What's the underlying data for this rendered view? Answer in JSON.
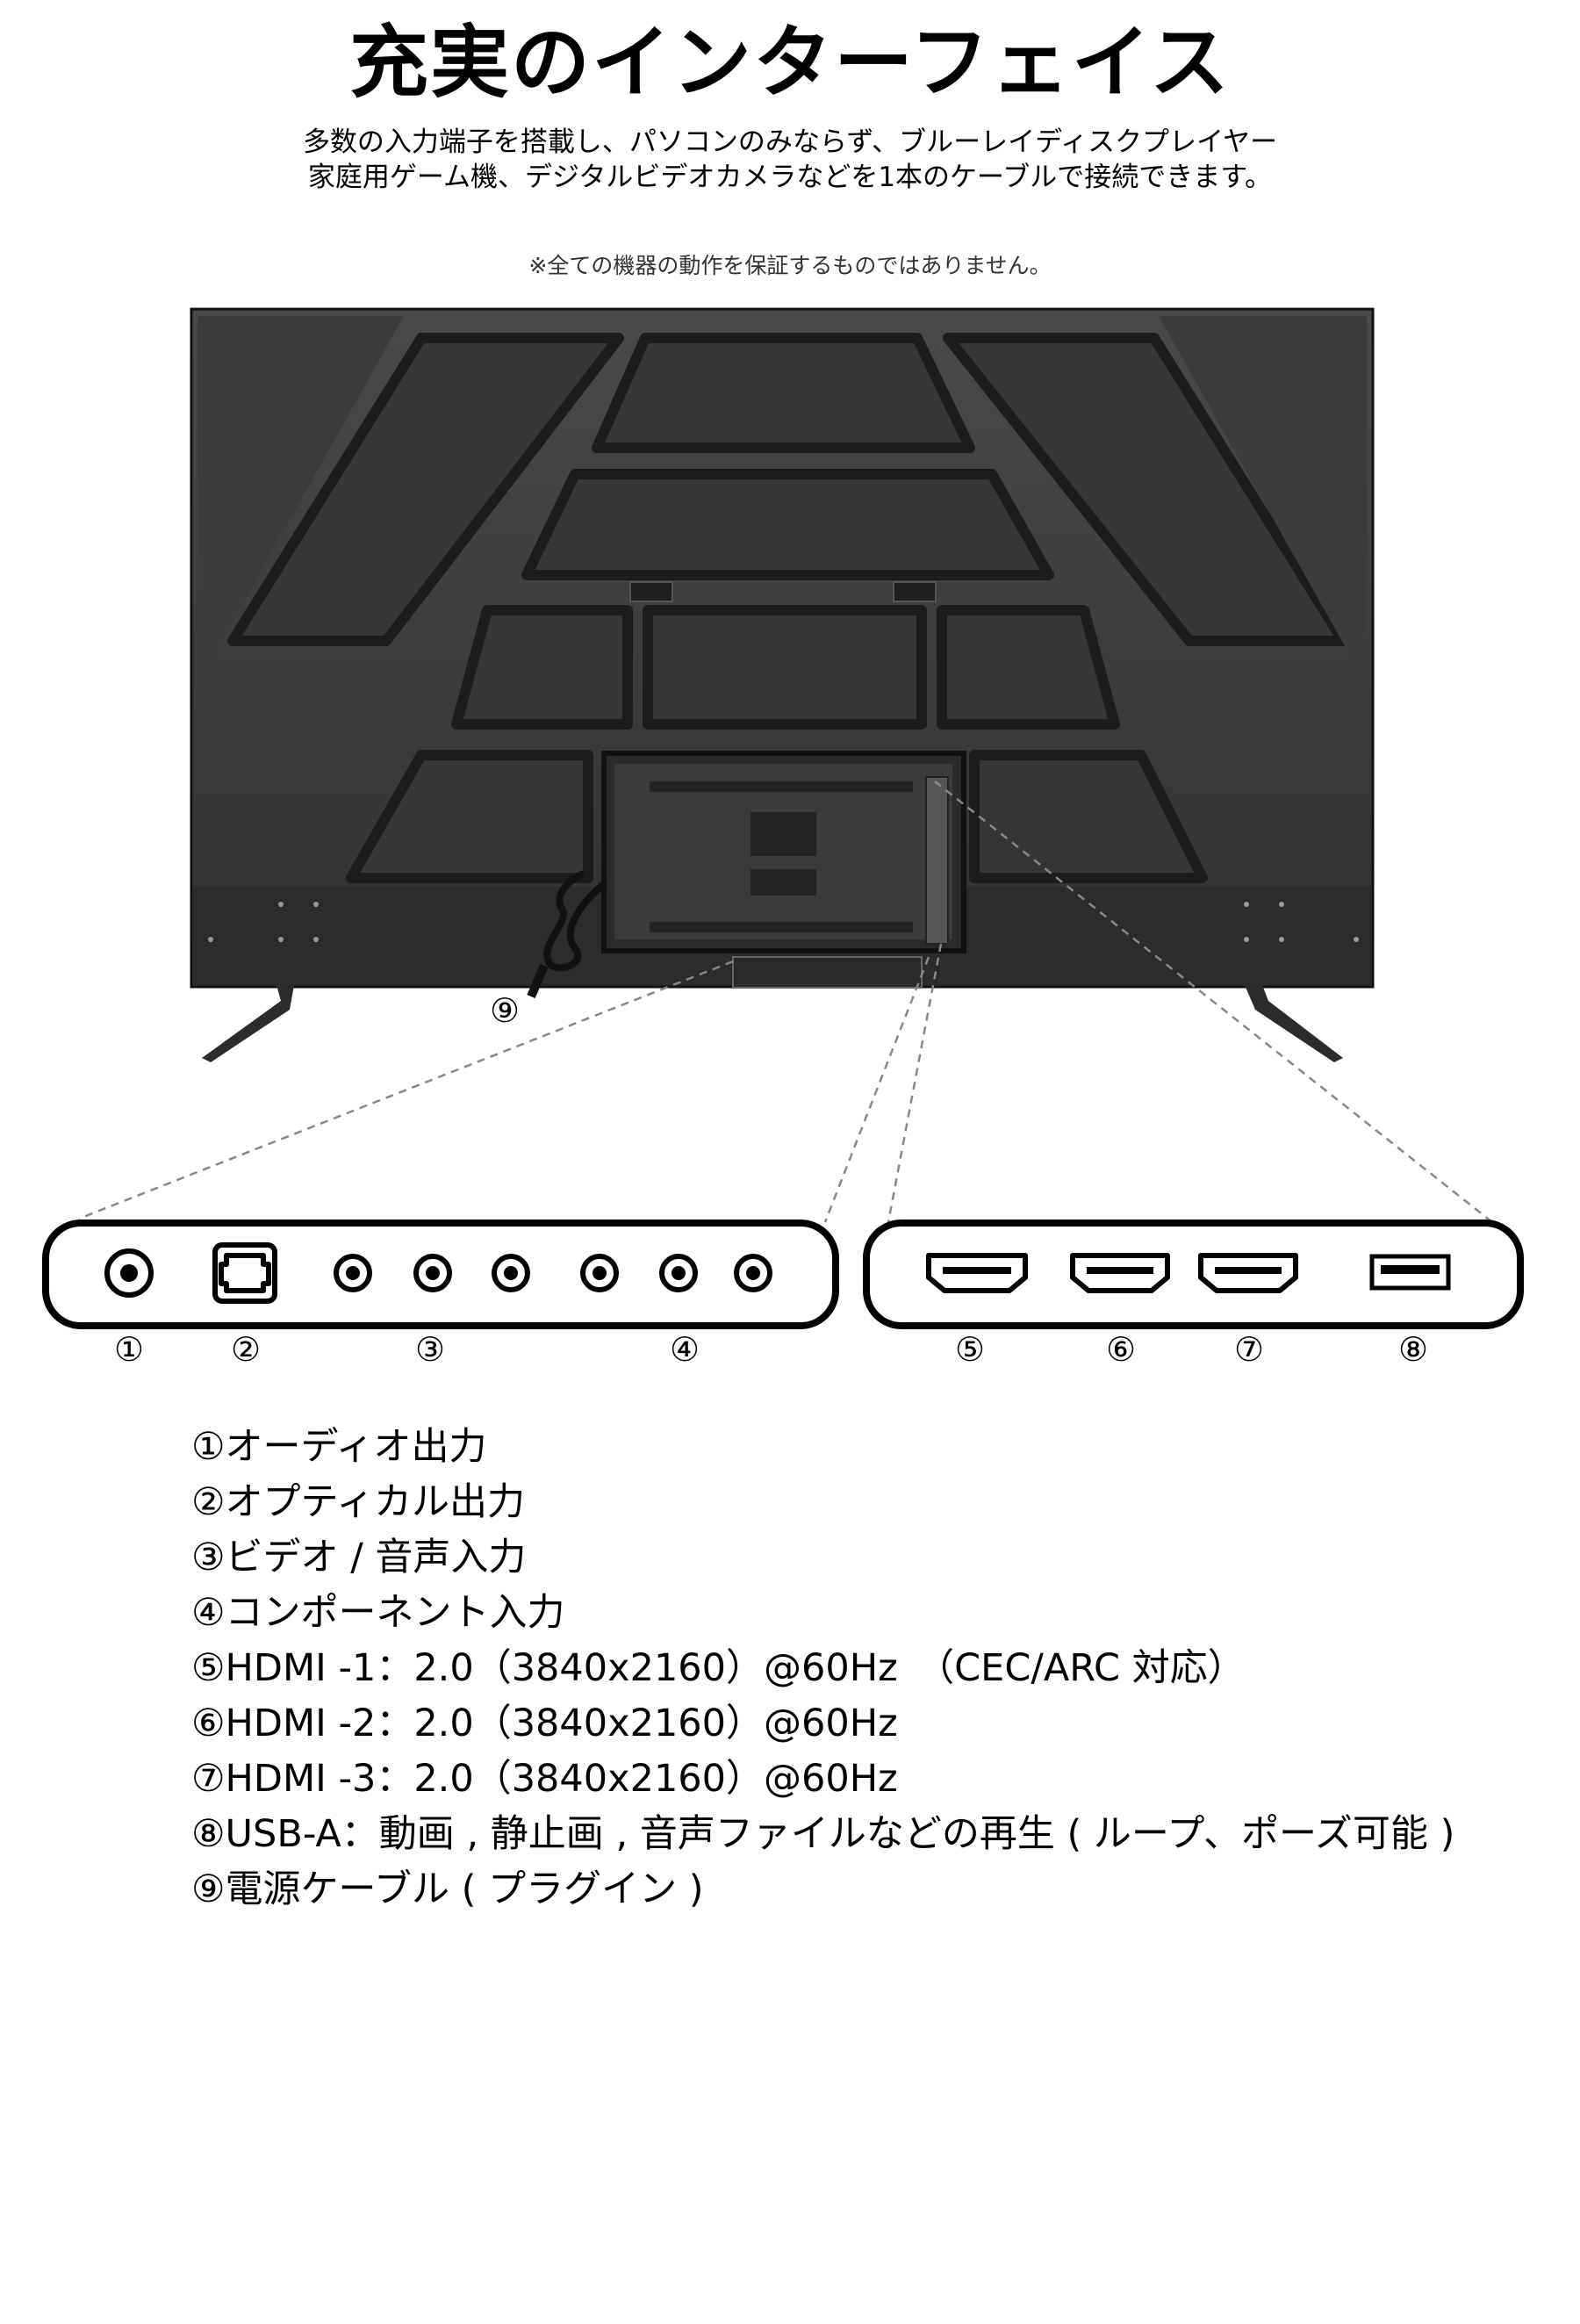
{
  "title": "充実のインターフェイス",
  "intro": {
    "line1": "多数の入力端子を搭載し、パソコンのみならず、ブルーレイディスクプレイヤー",
    "line2": "家庭用ゲーム機、デジタルビデオカメラなどを1本のケーブルで接続できます。"
  },
  "note": "※全ての機器の動作を保証するものではありません。",
  "port_numbers": [
    "①",
    "②",
    "③",
    "④",
    "⑤",
    "⑥",
    "⑦",
    "⑧",
    "⑨"
  ],
  "port_list": [
    "①オーディオ出力",
    "②オプティカル出力",
    "③ビデオ / 音声入力",
    "④コンポーネント入力",
    "⑤HDMI -1：2.0（3840x2160）@60Hz　（CEC/ARC 対応）",
    "⑥HDMI -2：2.0（3840x2160）@60Hz",
    "⑦HDMI -3：2.0（3840x2160）@60Hz",
    "⑧USB-A：動画 , 静止画 , 音声ファイルなどの再生 ( ループ、ポーズ可能 )",
    "⑨電源ケーブル ( プラグイン )"
  ],
  "colors": {
    "tv_body": "#3f3f3f",
    "tv_panel": "#333333",
    "panel_frame": "#222222",
    "outline": "#000000"
  }
}
